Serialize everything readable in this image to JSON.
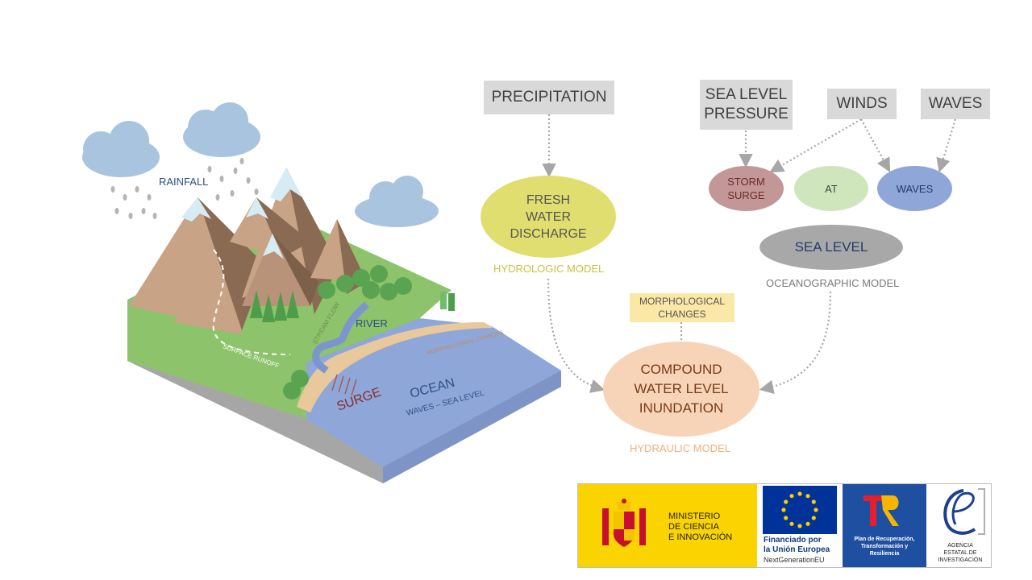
{
  "landscape": {
    "rainfall": "RAINFALL",
    "river": "RIVER",
    "stream_flow": "STREAM FLOW",
    "surface_runoff": "SURFACE RUNOFF",
    "surge": "SURGE",
    "ocean": "OCEAN",
    "waves_sea_level": "WAVES – SEA LEVEL",
    "morphological_changes_small": "MORPHOLOGICAL CHANGES"
  },
  "inputs": {
    "precipitation": "PRECIPITATION",
    "sea_level_pressure_1": "SEA LEVEL",
    "sea_level_pressure_2": "PRESSURE",
    "winds": "WINDS",
    "waves": "WAVES"
  },
  "nodes": {
    "fresh_water_1": "FRESH",
    "fresh_water_2": "WATER",
    "fresh_water_3": "DISCHARGE",
    "hydrologic_model": "HYDROLOGIC MODEL",
    "storm_surge_1": "STORM",
    "storm_surge_2": "SURGE",
    "at": "AT",
    "waves_node": "WAVES",
    "sea_level": "SEA LEVEL",
    "oceanographic_model": "OCEANOGRAPHIC MODEL",
    "morph_1": "MORPHOLOGICAL",
    "morph_2": "CHANGES",
    "compound_1": "COMPOUND",
    "compound_2": "WATER LEVEL",
    "compound_3": "INUNDATION",
    "hydraulic_model": "HYDRAULIC MODEL"
  },
  "logos": {
    "ministerio_1": "MINISTERIO",
    "ministerio_2": "DE CIENCIA",
    "ministerio_3": "E INNOVACIÓN",
    "eu_1": "Financiado por",
    "eu_2": "la Unión Europea",
    "eu_3": "NextGenerationEU",
    "prtr_1": "Plan de Recuperación,",
    "prtr_2": "Transformación y",
    "prtr_3": "Resiliencia",
    "aei_1": "AGENCIA",
    "aei_2": "ESTATAL DE",
    "aei_3": "INVESTIGACIÓN"
  },
  "colors": {
    "fresh_water": "#e0de6e",
    "storm_surge": "#c39797",
    "at": "#cfe6bd",
    "waves": "#8fa6d9",
    "sea_level": "#a8a8a8",
    "compound": "#f7d3b8",
    "morph": "#fbe7a6",
    "input_box": "#d9d9d9",
    "arrow": "#a6a6a6"
  },
  "icons": [
    "rain-cloud-icon",
    "cloud-icon",
    "mountain-icon",
    "tree-icon",
    "spain-coat-of-arms-icon",
    "eu-flag-icon",
    "prtr-logo-icon",
    "aei-logo-icon"
  ]
}
